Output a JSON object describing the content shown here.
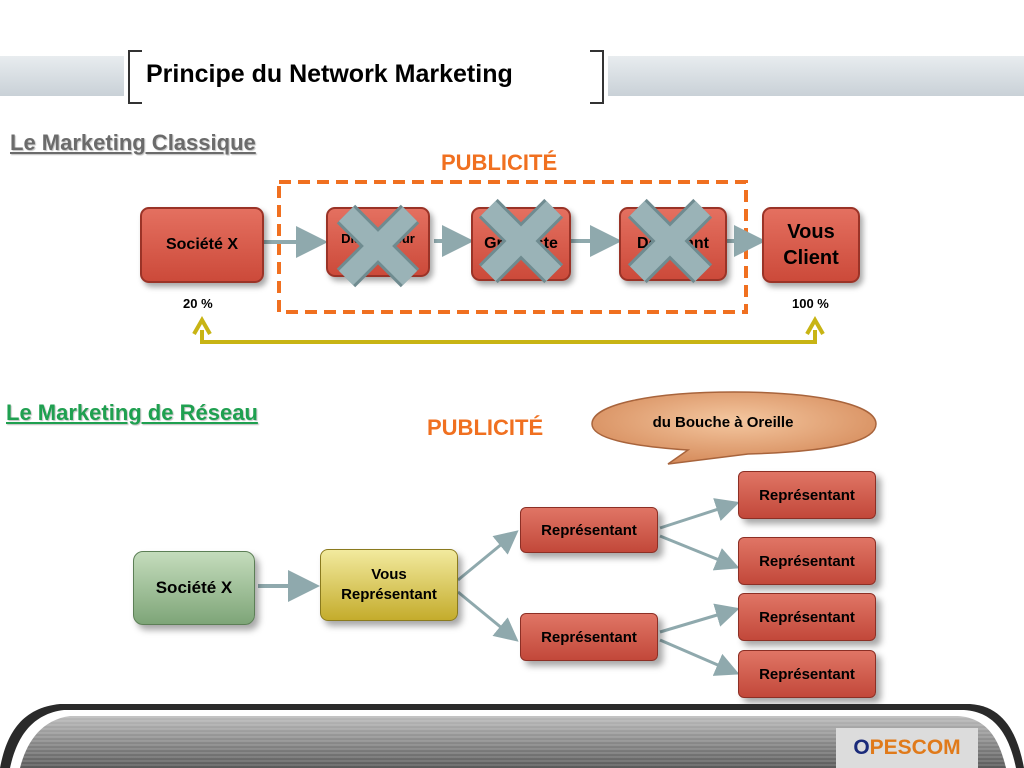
{
  "header": {
    "title": "Principe du Network Marketing"
  },
  "classic": {
    "section_title": "Le Marketing Classique",
    "publicity_label": "PUBLICITÉ",
    "societe": "Société X",
    "distributeur": "Distributeur",
    "grossiste": "Grossiste",
    "detaillant": "Détaillant",
    "client_line1": "Vous",
    "client_line2": "Client",
    "pct_left": "20 %",
    "pct_right": "100 %"
  },
  "network": {
    "section_title": "Le Marketing de Réseau",
    "publicity_label": "PUBLICITÉ",
    "bubble": "du Bouche à Oreille",
    "societe": "Société X",
    "vous_line1": "Vous",
    "vous_line2": "Représentant",
    "representatives": [
      "Représentant",
      "Représentant",
      "Représentant",
      "Représentant",
      "Représentant",
      "Représentant"
    ]
  },
  "footer": {
    "logo_letter_o": "O",
    "logo_rest": "PESCOM"
  },
  "colors": {
    "classic_title": "#6b6b6b",
    "network_title": "#1fa050",
    "publicity": "#f07020",
    "box_red": "#d45a48",
    "cross": "#8fa9ad",
    "return_arrow": "#c8b414",
    "logo_o": "#1a2a7a",
    "logo_text": "#e07a1a"
  }
}
